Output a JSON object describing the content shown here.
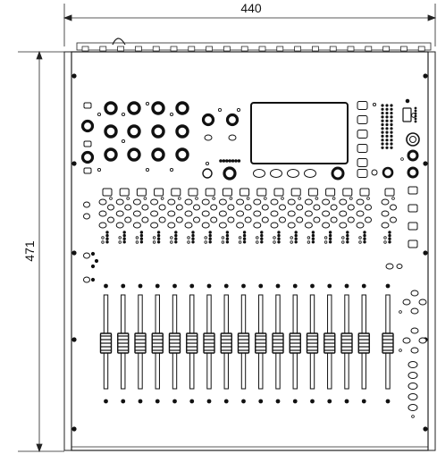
{
  "dimensions": {
    "width_label": "440",
    "height_label": "471"
  },
  "colors": {
    "line": "#1a1a1a",
    "fill": "#ffffff",
    "ink": "#111111"
  },
  "console": {
    "channel_strip_count": 16,
    "master_strip_count": 1,
    "fader_count": 17
  }
}
